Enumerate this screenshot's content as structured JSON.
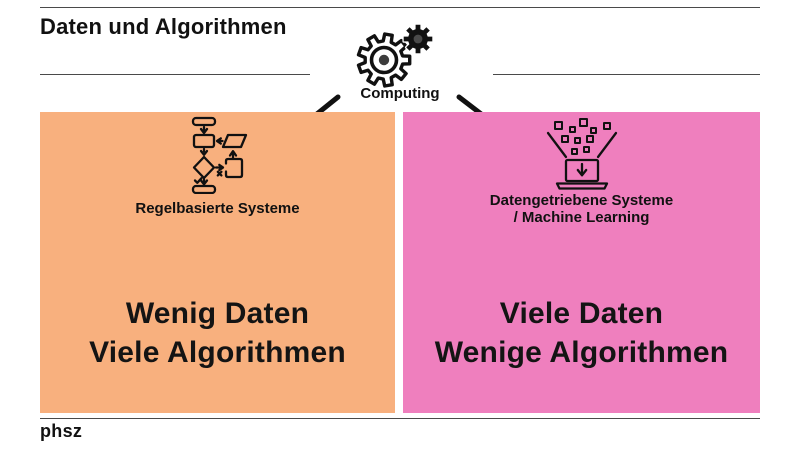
{
  "header": {
    "title": "Daten und Algorithmen"
  },
  "computing": {
    "label": "Computing",
    "icon": "gears-icon"
  },
  "boxes": {
    "left": {
      "color": "#F8B07E",
      "icon": "flowchart-icon",
      "label": "Regelbasierte Systeme",
      "heading_line1": "Wenig Daten",
      "heading_line2": "Viele Algorithmen"
    },
    "right": {
      "color": "#EF7FBE",
      "icon": "laptop-data-icon",
      "label_line1": "Datengetriebene Systeme",
      "label_line2": "/ Machine Learning",
      "heading_line1": "Viele Daten",
      "heading_line2": "Wenige Algorithmen"
    }
  },
  "footer": {
    "logo": "phsz"
  },
  "colors": {
    "text": "#161616",
    "rule": "#4a4a4a",
    "connector": "#111111"
  }
}
